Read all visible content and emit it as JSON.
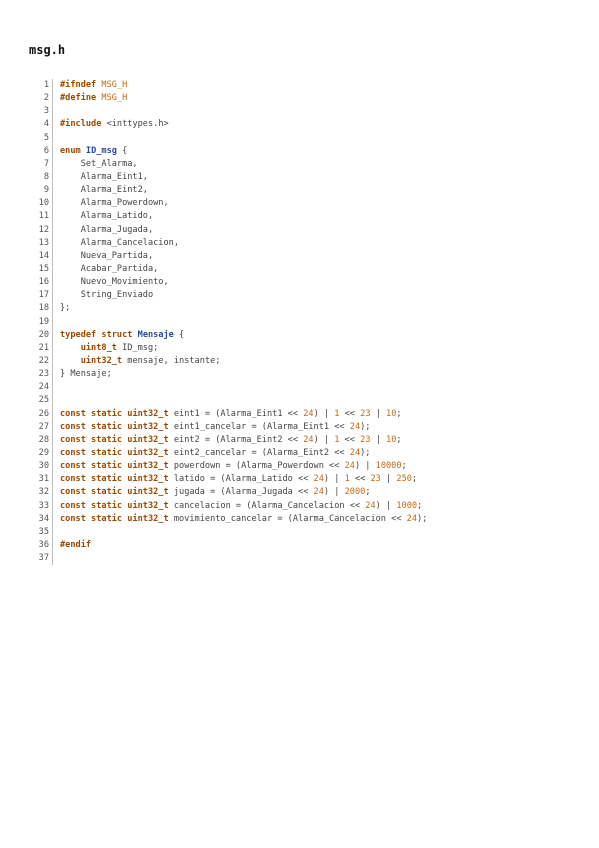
{
  "file": {
    "title": "msg.h"
  },
  "code": {
    "lines": [
      [
        {
          "t": "#ifndef",
          "c": "kw"
        },
        {
          "t": " ",
          "c": "pl"
        },
        {
          "t": "MSG_H",
          "c": "mac"
        }
      ],
      [
        {
          "t": "#define",
          "c": "kw"
        },
        {
          "t": " ",
          "c": "pl"
        },
        {
          "t": "MSG_H",
          "c": "mac"
        }
      ],
      [],
      [
        {
          "t": "#include",
          "c": "kw"
        },
        {
          "t": " <inttypes.h>",
          "c": "pl"
        }
      ],
      [],
      [
        {
          "t": "enum",
          "c": "kw"
        },
        {
          "t": " ",
          "c": "pl"
        },
        {
          "t": "ID_msg",
          "c": "nm"
        },
        {
          "t": " {",
          "c": "pl"
        }
      ],
      [
        {
          "t": "    Set_Alarma,",
          "c": "pl"
        }
      ],
      [
        {
          "t": "    Alarma_Eint1,",
          "c": "pl"
        }
      ],
      [
        {
          "t": "    Alarma_Eint2,",
          "c": "pl"
        }
      ],
      [
        {
          "t": "    Alarma_Powerdown,",
          "c": "pl"
        }
      ],
      [
        {
          "t": "    Alarma_Latido,",
          "c": "pl"
        }
      ],
      [
        {
          "t": "    Alarma_Jugada,",
          "c": "pl"
        }
      ],
      [
        {
          "t": "    Alarma_Cancelacion,",
          "c": "pl"
        }
      ],
      [
        {
          "t": "    Nueva_Partida,",
          "c": "pl"
        }
      ],
      [
        {
          "t": "    Acabar_Partida,",
          "c": "pl"
        }
      ],
      [
        {
          "t": "    Nuevo_Movimiento,",
          "c": "pl"
        }
      ],
      [
        {
          "t": "    String_Enviado",
          "c": "pl"
        }
      ],
      [
        {
          "t": "};",
          "c": "pl"
        }
      ],
      [],
      [
        {
          "t": "typedef",
          "c": "kw"
        },
        {
          "t": " ",
          "c": "pl"
        },
        {
          "t": "struct",
          "c": "kw"
        },
        {
          "t": " ",
          "c": "pl"
        },
        {
          "t": "Mensaje",
          "c": "nm"
        },
        {
          "t": " {",
          "c": "pl"
        }
      ],
      [
        {
          "t": "    ",
          "c": "pl"
        },
        {
          "t": "uint8_t",
          "c": "ty"
        },
        {
          "t": " ID_msg;",
          "c": "pl"
        }
      ],
      [
        {
          "t": "    ",
          "c": "pl"
        },
        {
          "t": "uint32_t",
          "c": "ty"
        },
        {
          "t": " mensaje, instante;",
          "c": "pl"
        }
      ],
      [
        {
          "t": "} Mensaje;",
          "c": "pl"
        }
      ],
      [],
      [],
      [
        {
          "t": "const static ",
          "c": "kw"
        },
        {
          "t": "uint32_t",
          "c": "ty"
        },
        {
          "t": " eint1 = (Alarma_Eint1 << ",
          "c": "pl"
        },
        {
          "t": "24",
          "c": "num"
        },
        {
          "t": ") | ",
          "c": "pl"
        },
        {
          "t": "1",
          "c": "num"
        },
        {
          "t": " << ",
          "c": "pl"
        },
        {
          "t": "23",
          "c": "num"
        },
        {
          "t": " | ",
          "c": "pl"
        },
        {
          "t": "10",
          "c": "num"
        },
        {
          "t": ";",
          "c": "pl"
        }
      ],
      [
        {
          "t": "const static ",
          "c": "kw"
        },
        {
          "t": "uint32_t",
          "c": "ty"
        },
        {
          "t": " eint1_cancelar = (Alarma_Eint1 << ",
          "c": "pl"
        },
        {
          "t": "24",
          "c": "num"
        },
        {
          "t": ");",
          "c": "pl"
        }
      ],
      [
        {
          "t": "const static ",
          "c": "kw"
        },
        {
          "t": "uint32_t",
          "c": "ty"
        },
        {
          "t": " eint2 = (Alarma_Eint2 << ",
          "c": "pl"
        },
        {
          "t": "24",
          "c": "num"
        },
        {
          "t": ") | ",
          "c": "pl"
        },
        {
          "t": "1",
          "c": "num"
        },
        {
          "t": " << ",
          "c": "pl"
        },
        {
          "t": "23",
          "c": "num"
        },
        {
          "t": " | ",
          "c": "pl"
        },
        {
          "t": "10",
          "c": "num"
        },
        {
          "t": ";",
          "c": "pl"
        }
      ],
      [
        {
          "t": "const static ",
          "c": "kw"
        },
        {
          "t": "uint32_t",
          "c": "ty"
        },
        {
          "t": " eint2_cancelar = (Alarma_Eint2 << ",
          "c": "pl"
        },
        {
          "t": "24",
          "c": "num"
        },
        {
          "t": ");",
          "c": "pl"
        }
      ],
      [
        {
          "t": "const static ",
          "c": "kw"
        },
        {
          "t": "uint32_t",
          "c": "ty"
        },
        {
          "t": " powerdown = (Alarma_Powerdown << ",
          "c": "pl"
        },
        {
          "t": "24",
          "c": "num"
        },
        {
          "t": ") | ",
          "c": "pl"
        },
        {
          "t": "10000",
          "c": "num"
        },
        {
          "t": ";",
          "c": "pl"
        }
      ],
      [
        {
          "t": "const static ",
          "c": "kw"
        },
        {
          "t": "uint32_t",
          "c": "ty"
        },
        {
          "t": " latido = (Alarma_Latido << ",
          "c": "pl"
        },
        {
          "t": "24",
          "c": "num"
        },
        {
          "t": ") | ",
          "c": "pl"
        },
        {
          "t": "1",
          "c": "num"
        },
        {
          "t": " << ",
          "c": "pl"
        },
        {
          "t": "23",
          "c": "num"
        },
        {
          "t": " | ",
          "c": "pl"
        },
        {
          "t": "250",
          "c": "num"
        },
        {
          "t": ";",
          "c": "pl"
        }
      ],
      [
        {
          "t": "const static ",
          "c": "kw"
        },
        {
          "t": "uint32_t",
          "c": "ty"
        },
        {
          "t": " jugada = (Alarma_Jugada << ",
          "c": "pl"
        },
        {
          "t": "24",
          "c": "num"
        },
        {
          "t": ") | ",
          "c": "pl"
        },
        {
          "t": "2000",
          "c": "num"
        },
        {
          "t": ";",
          "c": "pl"
        }
      ],
      [
        {
          "t": "const static ",
          "c": "kw"
        },
        {
          "t": "uint32_t",
          "c": "ty"
        },
        {
          "t": " cancelacion = (Alarma_Cancelacion << ",
          "c": "pl"
        },
        {
          "t": "24",
          "c": "num"
        },
        {
          "t": ") | ",
          "c": "pl"
        },
        {
          "t": "1000",
          "c": "num"
        },
        {
          "t": ";",
          "c": "pl"
        }
      ],
      [
        {
          "t": "const static ",
          "c": "kw"
        },
        {
          "t": "uint32_t",
          "c": "ty"
        },
        {
          "t": " movimiento_cancelar = (Alarma_Cancelacion << ",
          "c": "pl"
        },
        {
          "t": "24",
          "c": "num"
        },
        {
          "t": ");",
          "c": "pl"
        }
      ],
      [],
      [
        {
          "t": "#endif",
          "c": "kw"
        }
      ],
      []
    ]
  }
}
